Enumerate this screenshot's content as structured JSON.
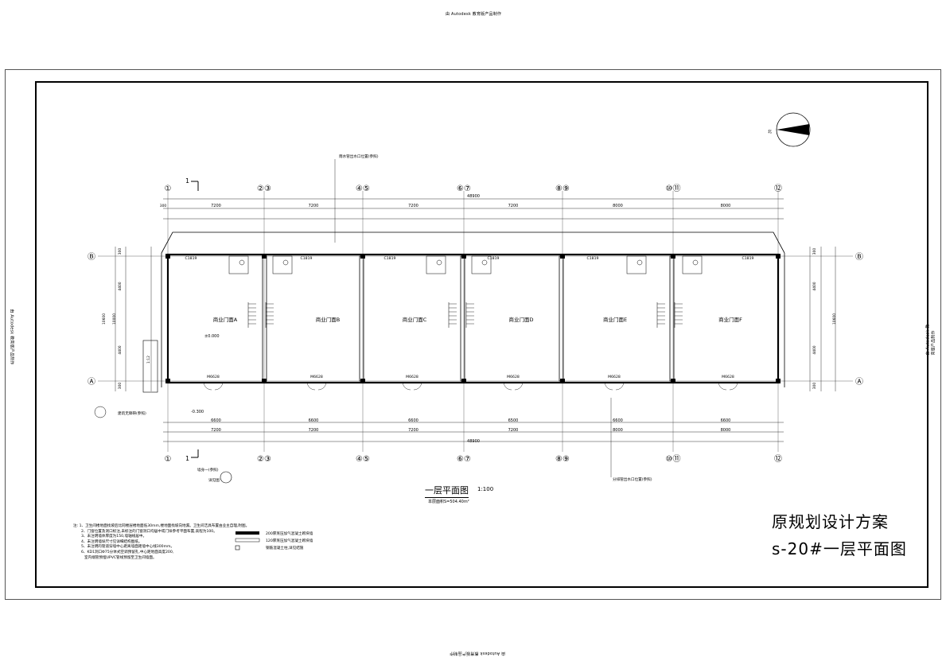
{
  "watermark": "由 Autodesk 教育版产品制作",
  "title": {
    "line1": "原规划设计方案",
    "line2": "s-20#一层平面图"
  },
  "plan": {
    "name": "一层平面图",
    "scale": "1:100",
    "area": "本层面积S=504.40m²",
    "north_label": "北",
    "rooms": [
      "商业门面A",
      "商业门面B",
      "商业门面C",
      "商业门面D",
      "商业门面E",
      "商业门面F"
    ],
    "axes_top": [
      "①",
      "②③",
      "④⑤",
      "⑥⑦",
      "⑧⑨",
      "⑩⑪",
      "⑫"
    ],
    "axes_side": [
      "Ⓑ",
      "Ⓐ"
    ],
    "total": "48900",
    "bays_top": [
      "7200",
      "7200",
      "7200",
      "7200",
      "8000",
      "8000"
    ],
    "bays_bottom": [
      "7200",
      "7200",
      "7200",
      "7200",
      "8000",
      "8000"
    ],
    "bays_inner_bottom": [
      "6600",
      "6600",
      "6600",
      "6500",
      "6600",
      "6600"
    ],
    "door_label": "M6628",
    "window_label": "C1819",
    "elevation": "±0.000",
    "elevation_out": "-0.300",
    "side_dims": [
      "300",
      "4400",
      "10000",
      "4400",
      "300"
    ],
    "side_total": "10600",
    "annotations": {
      "top_note": "雨水管出水口位置(参照)",
      "bottom_note": "分排管出水口位置(参照)",
      "ramp_label": "建筑无障碍(参照)",
      "ramp_slope": "1:12",
      "section": "1",
      "detail": "墙身一(参照)",
      "detail2": "详见图"
    }
  },
  "notes": [
    "注: 1、卫生间楼地面找坡后比同楼层楼地面低30mm,楼地面找坡向地漏。卫生间洁具布置由业主自理,附图。",
    "2、门窗位置及洞口标注,未标注的门窗洞口均居中或门垛参考平面布置,高程为100。",
    "3、未注明墙体厚度为150,墙轴线居中。",
    "4、未注明墙垛尺寸见详细结构图纸。",
    "5、未注明的管道穿墙中心距离墙面距墙中心线300mm。",
    "6、KD1洞口Φ75分体式空调预留孔,中心距地面高度200,",
    "室内端管预埋UPVC管线预留至卫生间墙面。"
  ],
  "legend": [
    "200厚蒸压加气混凝土砌块墙",
    "120厚蒸压加气混凝土砌块墙",
    "钢筋混凝土柱,详见结施"
  ]
}
